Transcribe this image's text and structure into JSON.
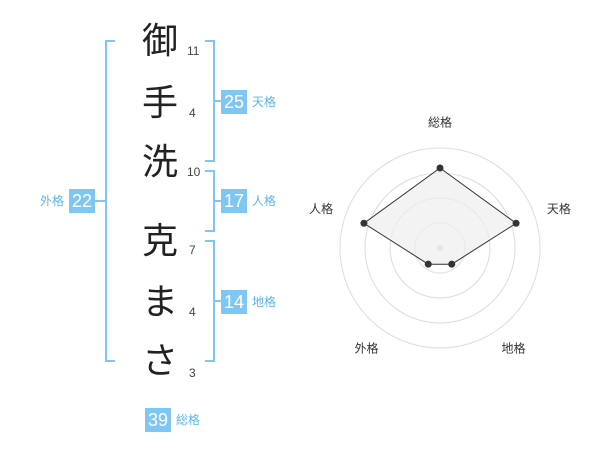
{
  "name": {
    "characters": [
      {
        "char": "御",
        "strokes": "11"
      },
      {
        "char": "手",
        "strokes": "4"
      },
      {
        "char": "洗",
        "strokes": "10"
      },
      {
        "char": "克",
        "strokes": "7"
      },
      {
        "char": "ま",
        "strokes": "4"
      },
      {
        "char": "さ",
        "strokes": "3"
      }
    ]
  },
  "scores": {
    "tenkaku": {
      "value": "25",
      "label": "天格"
    },
    "jinkaku": {
      "value": "17",
      "label": "人格"
    },
    "chikaku": {
      "value": "14",
      "label": "地格"
    },
    "gaikaku": {
      "value": "22",
      "label": "外格"
    },
    "soukaku": {
      "value": "39",
      "label": "総格"
    }
  },
  "chart_data": {
    "type": "radar",
    "axes": [
      "総格",
      "天格",
      "地格",
      "外格",
      "人格"
    ],
    "values": [
      4,
      4,
      1,
      1,
      4
    ],
    "max": 5,
    "rings": 4,
    "colors": {
      "line": "#333333",
      "fill": "#eeeeee",
      "grid": "#dddddd",
      "center": "#cccccc"
    }
  },
  "colors": {
    "accent": "#7fc6f2",
    "accent_text": "#5bb5ea"
  }
}
